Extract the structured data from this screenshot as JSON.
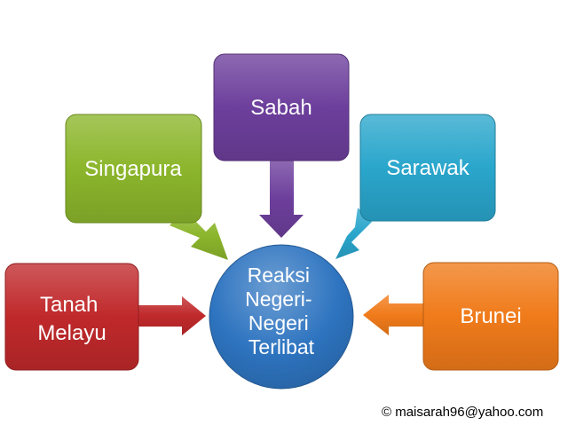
{
  "center": {
    "lines": [
      "Reaksi",
      "Negeri-",
      "Negeri",
      "Terlibat"
    ],
    "color": "#2e74c0"
  },
  "nodes": [
    {
      "id": "tanah-melayu",
      "lines": [
        "Tanah",
        "Melayu"
      ],
      "color": "#c0292b"
    },
    {
      "id": "singapura",
      "lines": [
        "Singapura"
      ],
      "color": "#8cb62c"
    },
    {
      "id": "sabah",
      "lines": [
        "Sabah"
      ],
      "color": "#6d3f9c"
    },
    {
      "id": "sarawak",
      "lines": [
        "Sarawak"
      ],
      "color": "#2aa6cc"
    },
    {
      "id": "brunei",
      "lines": [
        "Brunei"
      ],
      "color": "#f07b1a"
    }
  ],
  "credit": "© maisarah96@yahoo.com"
}
